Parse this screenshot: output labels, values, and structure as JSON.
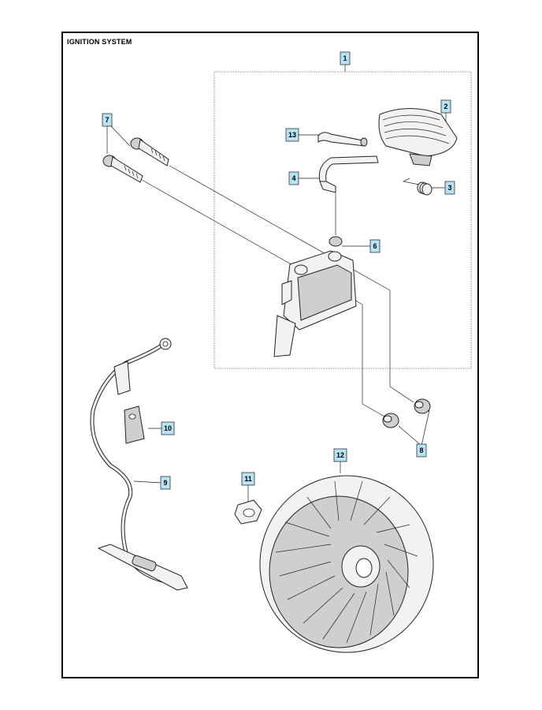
{
  "title": "IGNITION SYSTEM",
  "callouts": {
    "c1": "1",
    "c2": "2",
    "c3": "3",
    "c4": "4",
    "c6": "6",
    "c7": "7",
    "c8": "8",
    "c9": "9",
    "c10": "10",
    "c11": "11",
    "c12": "12",
    "c13": "13"
  },
  "colors": {
    "callout_fill": "#b7e3f4",
    "line": "#222222"
  }
}
